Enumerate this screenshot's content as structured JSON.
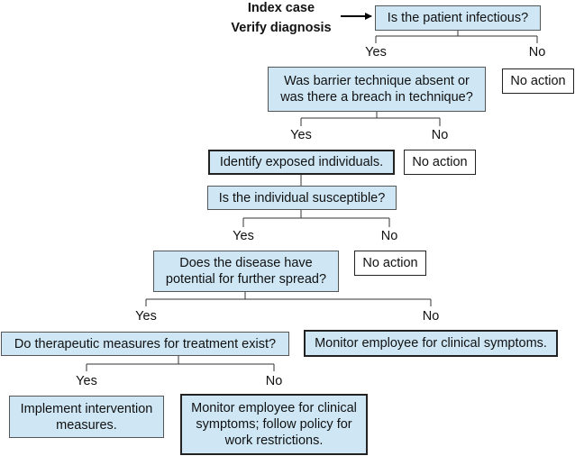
{
  "header": {
    "line1": "Index case",
    "line2": "Verify diagnosis"
  },
  "nodes": {
    "q_infectious": "Is the patient infectious?",
    "q_barrier": "Was barrier technique absent or\nwas there a breach in technique?",
    "act_identify": "Identify exposed individuals.",
    "q_susceptible": "Is the individual susceptible?",
    "q_spread": "Does the disease have\npotential for further spread?",
    "q_therapeutic": "Do therapeutic measures for treatment exist?",
    "act_monitor_symptoms": "Monitor employee for clinical symptoms.",
    "act_implement": "Implement intervention\nmeasures.",
    "act_monitor_restrict": "Monitor employee for clinical\nsymptoms; follow policy for\nwork restrictions.",
    "no_action_1": "No action",
    "no_action_2": "No action",
    "no_action_3": "No action"
  },
  "branches": {
    "yes": "Yes",
    "no": "No"
  }
}
